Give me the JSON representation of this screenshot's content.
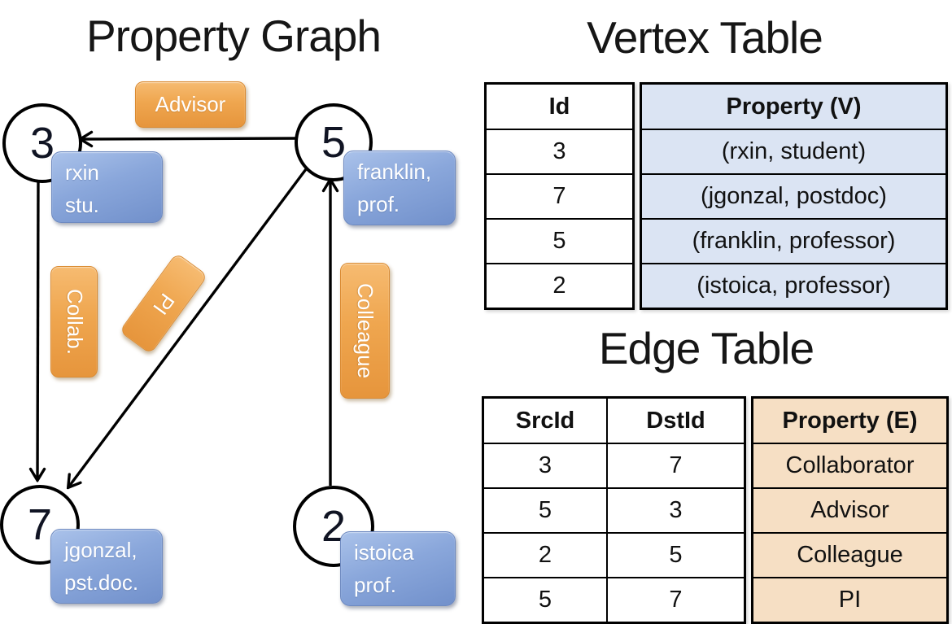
{
  "graph": {
    "title": "Property Graph",
    "nodes": [
      {
        "id": "3",
        "lines": [
          "rxin",
          "stu."
        ]
      },
      {
        "id": "5",
        "lines": [
          "franklin,",
          "prof."
        ]
      },
      {
        "id": "7",
        "lines": [
          "jgonzal,",
          "pst.doc."
        ]
      },
      {
        "id": "2",
        "lines": [
          "istoica",
          "prof."
        ]
      }
    ],
    "edge_labels": {
      "advisor": "Advisor",
      "collab": "Collab.",
      "pi": "PI",
      "colleague": "Colleague"
    }
  },
  "vertex_table": {
    "title": "Vertex Table",
    "columns": [
      "Id",
      "Property (V)"
    ],
    "rows": [
      [
        "3",
        "(rxin, student)"
      ],
      [
        "7",
        "(jgonzal, postdoc)"
      ],
      [
        "5",
        "(franklin, professor)"
      ],
      [
        "2",
        "(istoica, professor)"
      ]
    ]
  },
  "edge_table": {
    "title": "Edge Table",
    "columns": [
      "SrcId",
      "DstId",
      "Property (E)"
    ],
    "rows": [
      [
        "3",
        "7",
        "Collaborator"
      ],
      [
        "5",
        "3",
        "Advisor"
      ],
      [
        "2",
        "5",
        "Colleague"
      ],
      [
        "5",
        "7",
        "PI"
      ]
    ]
  },
  "colors": {
    "edge_label_orange": "#efa64f",
    "vertex_box_blue": "#8aa7db",
    "vertex_table_fill": "#dbe4f3",
    "edge_table_fill": "#f6dfc4",
    "line_black": "#000000"
  }
}
